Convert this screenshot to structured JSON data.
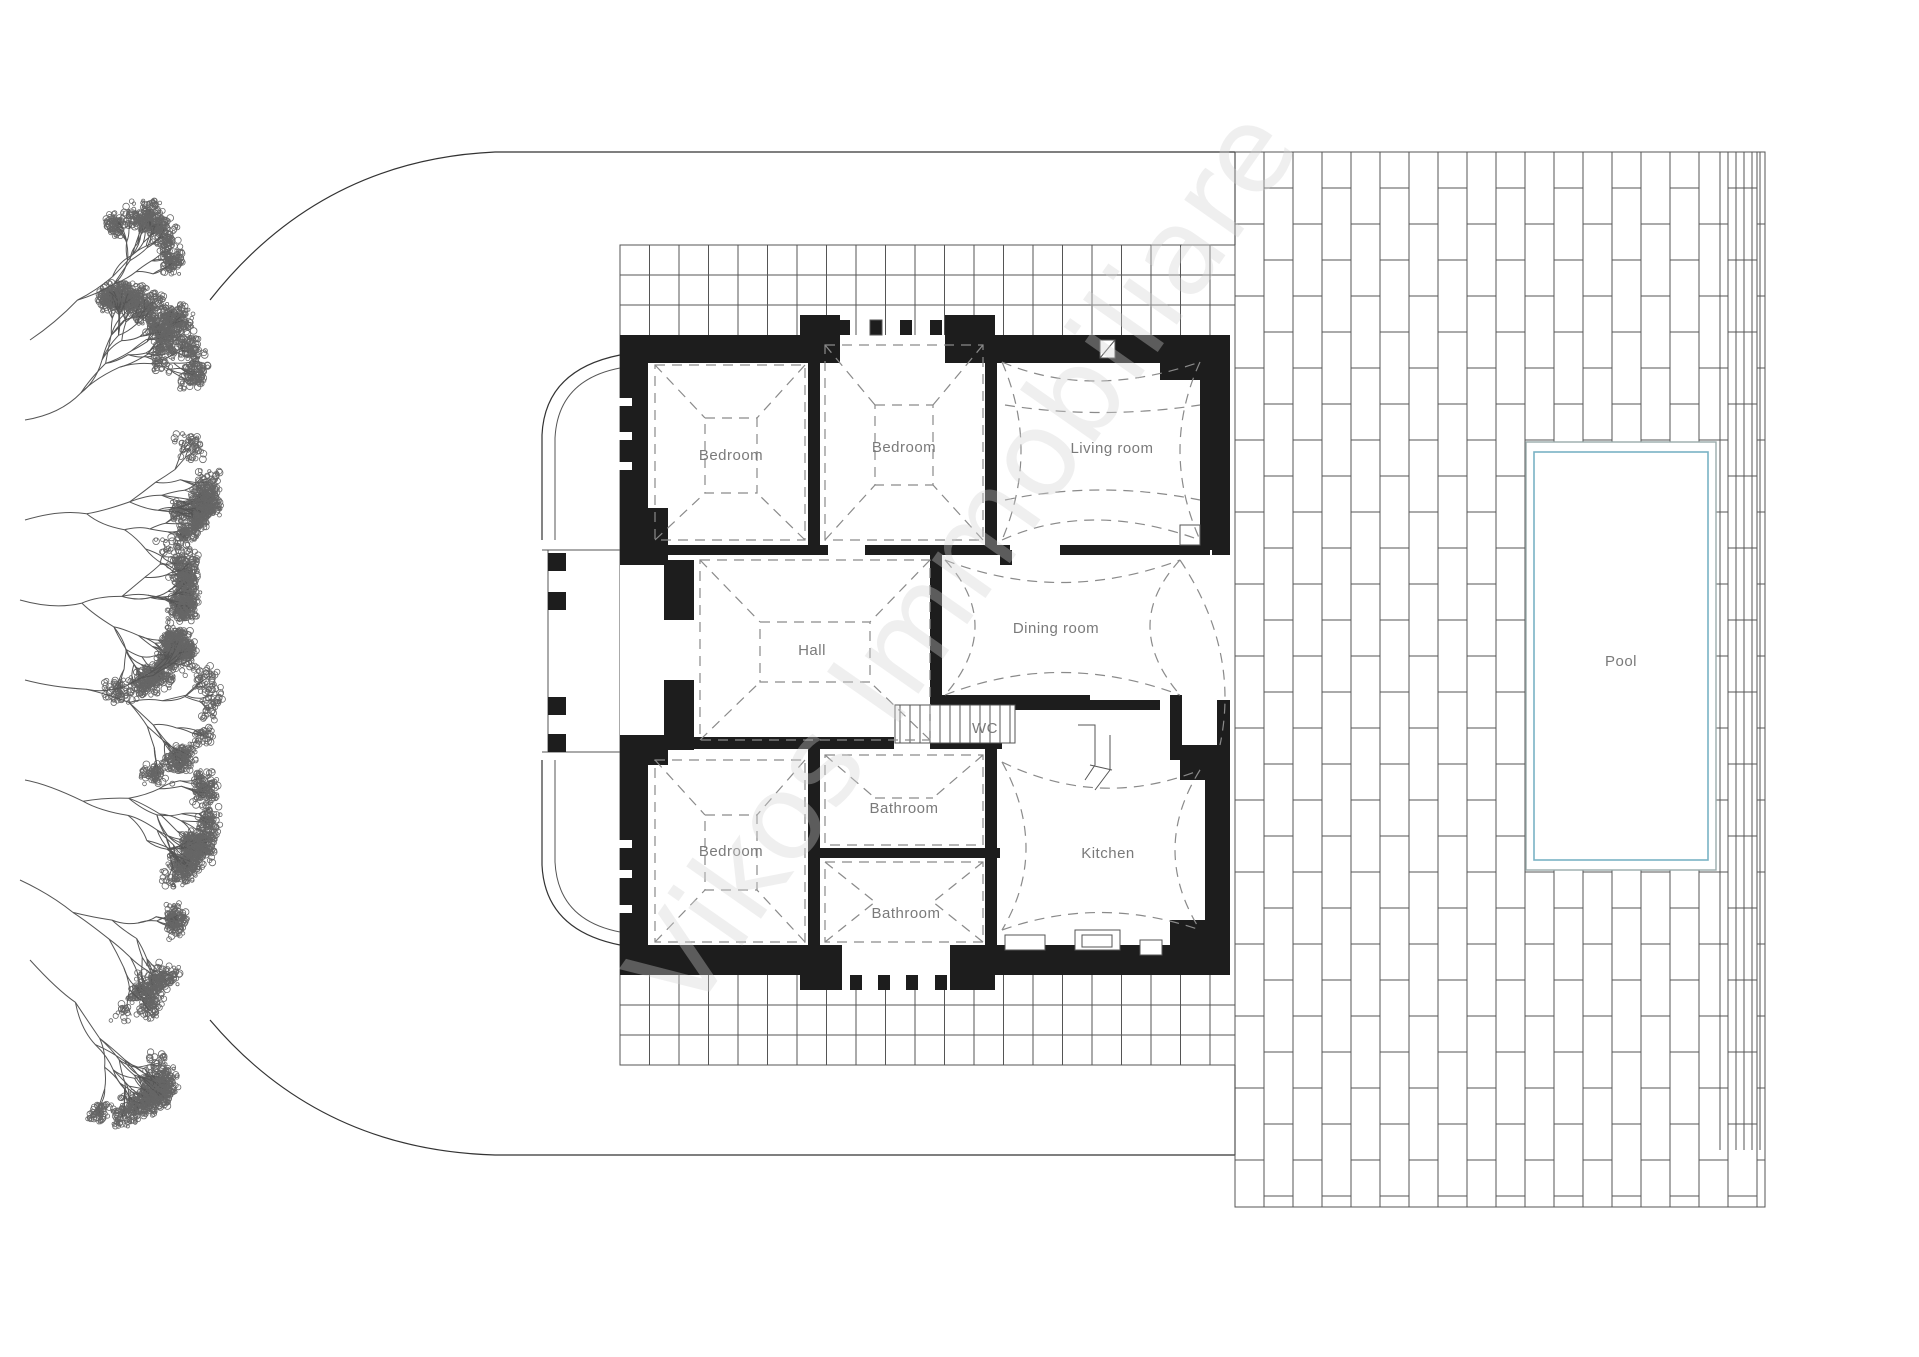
{
  "rooms": {
    "bedroom_nw": "Bedroom",
    "bedroom_n": "Bedroom",
    "living_room": "Living room",
    "hall": "Hall",
    "dining_room": "Dining room",
    "wc": "WC",
    "bedroom_sw": "Bedroom",
    "bathroom_upper": "Bathroom",
    "bathroom_lower": "Bathroom",
    "kitchen": "Kitchen",
    "pool": "Pool"
  },
  "watermark": "Vikos Immobiliare",
  "colors": {
    "wall": "#1d1d1d",
    "line": "#333333",
    "dashed": "#8a8a8a",
    "pool_water": "#7ab2c4",
    "label": "#7a7a7a"
  }
}
